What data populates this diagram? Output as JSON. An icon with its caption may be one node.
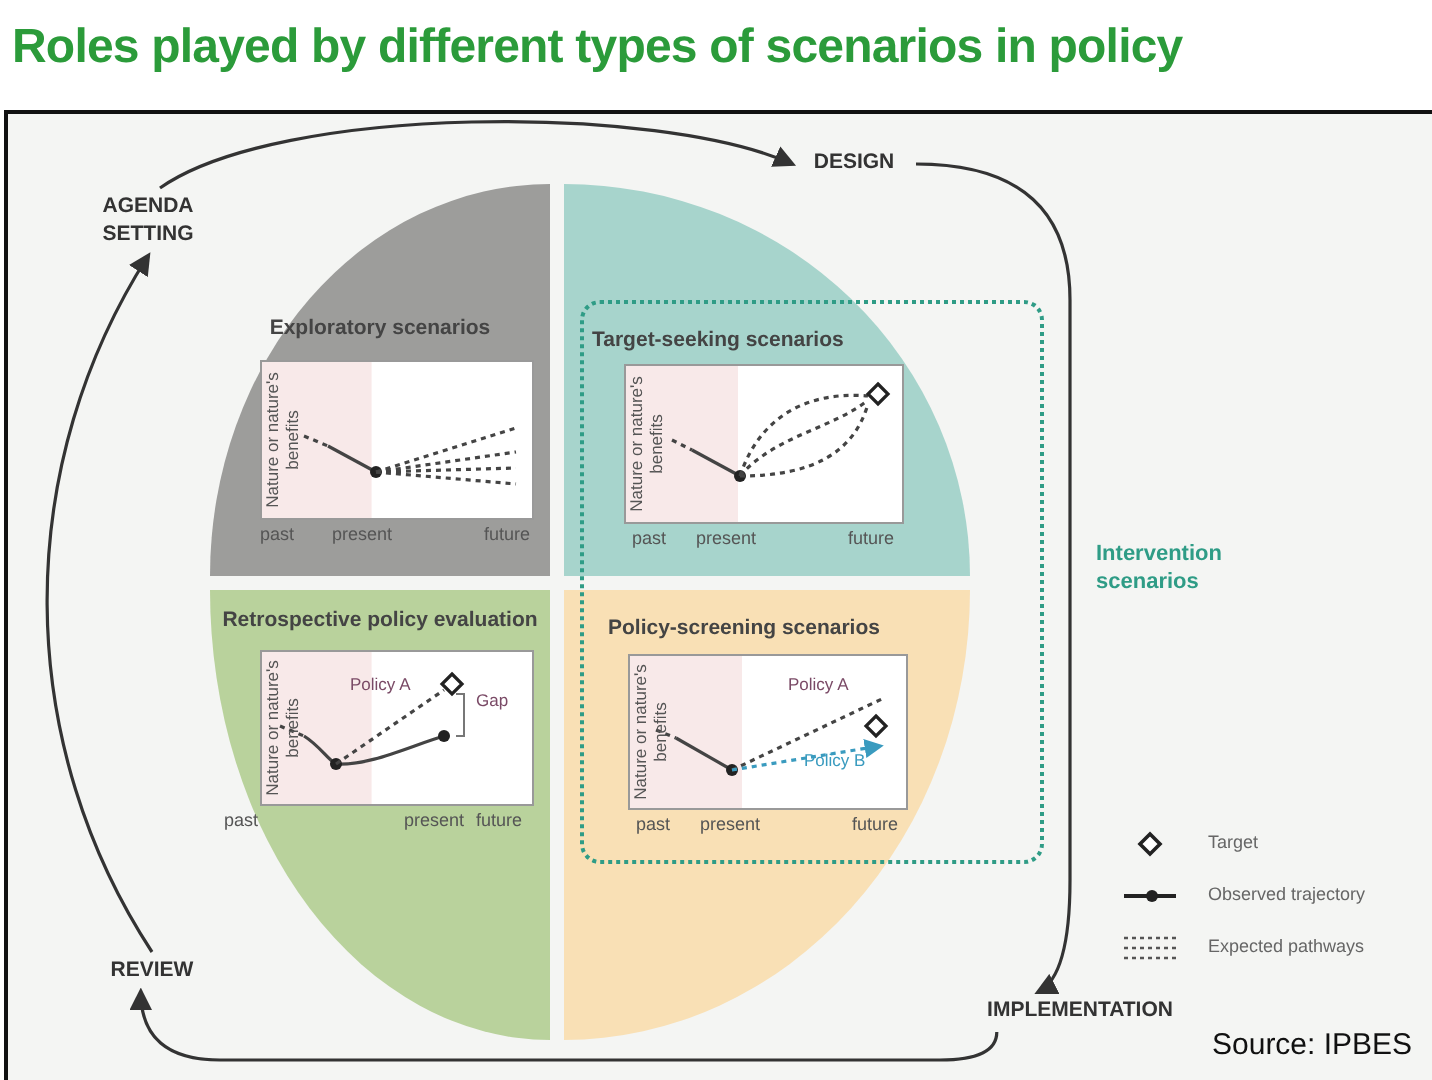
{
  "diagram": {
    "title": "Roles played by different types of scenarios in policy",
    "nodes": [
      {
        "text": [
          "AGENDA SETTING"
        ]
      },
      {
        "text": [
          "DESIGN"
        ]
      },
      {
        "text": [
          "Exploratory scenarios",
          "Nature or nature's benefits",
          "past",
          "present",
          "future"
        ]
      },
      {
        "text": [
          "Target-seeking scenarios",
          "Nature or nature's benefits",
          "past",
          "present",
          "future"
        ]
      },
      {
        "text": [
          "Intervention scenarios"
        ]
      },
      {
        "text": [
          "Retrospective policy evaluation",
          "Nature or nature's benefits",
          "Policy A",
          "Gap",
          "past",
          "present",
          "future"
        ]
      },
      {
        "text": [
          "Policy-screening scenarios",
          "Nature or nature's benefits",
          "Policy A",
          "Policy B",
          "past",
          "present",
          "future"
        ]
      },
      {
        "text": [
          "REVIEW"
        ]
      },
      {
        "text": [
          "IMPLEMENTATION"
        ]
      }
    ],
    "edges": [
      {
        "from": 0,
        "to": 1,
        "arrow": "to"
      },
      {
        "from": 1,
        "to": 8,
        "arrow": "to"
      },
      {
        "from": 8,
        "to": 7,
        "arrow": "to"
      },
      {
        "from": 7,
        "to": 0,
        "arrow": "to"
      }
    ],
    "labels": [
      "Source: IPBES"
    ],
    "legend": [
      {
        "text": "Target"
      },
      {
        "text": "Observed trajectory"
      },
      {
        "text": "Expected pathways"
      }
    ]
  }
}
